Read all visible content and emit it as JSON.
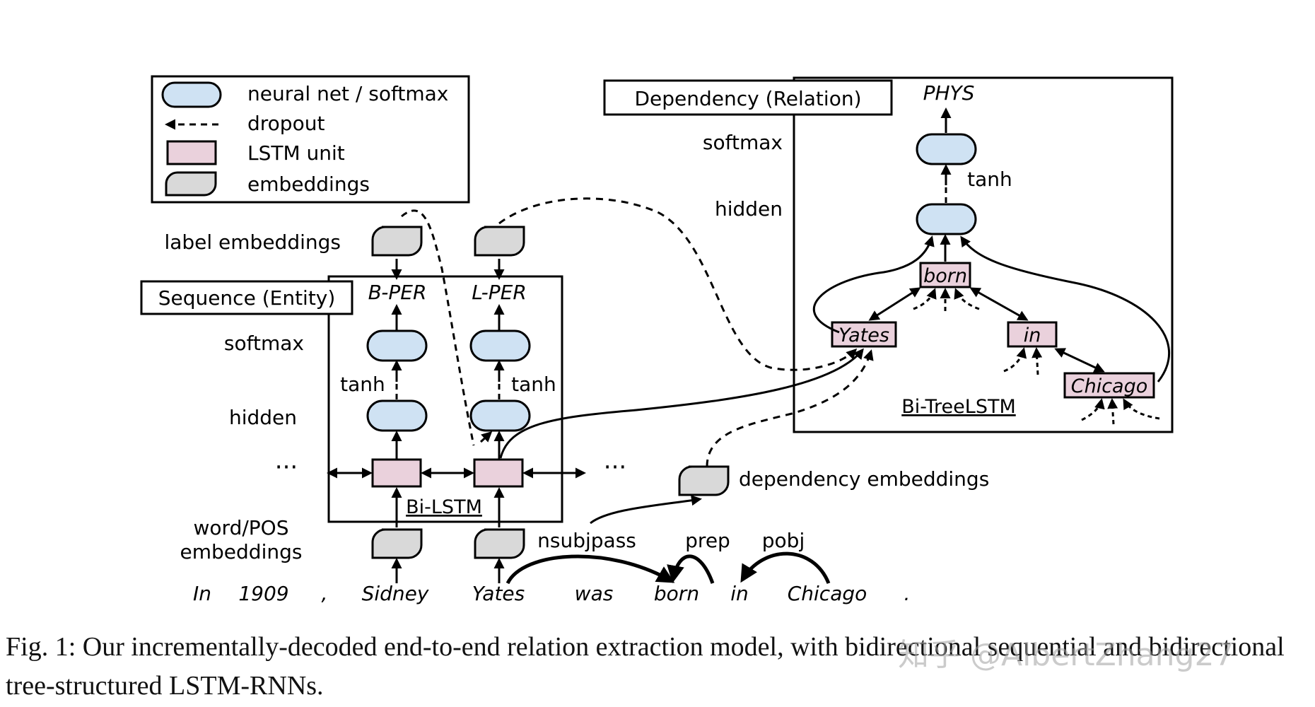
{
  "legend": {
    "items": [
      {
        "label": "neural net / softmax"
      },
      {
        "label": "dropout"
      },
      {
        "label": "LSTM unit"
      },
      {
        "label": "embeddings"
      }
    ]
  },
  "sequence": {
    "title": "Sequence (Entity)",
    "labels": {
      "B": "B-PER",
      "L": "L-PER"
    },
    "bilstm": "Bi-LSTM"
  },
  "dependency": {
    "title": "Dependency (Relation)",
    "phys": "PHYS",
    "bitree": "Bi-TreeLSTM",
    "nodes": {
      "born": "born",
      "yates": "Yates",
      "in": "in",
      "chicago": "Chicago"
    }
  },
  "row_labels": {
    "label_embeddings": "label embeddings",
    "softmax": "softmax",
    "hidden": "hidden",
    "tanh": "tanh",
    "word_pos_1": "word/POS",
    "word_pos_2": "embeddings",
    "dep_embeddings": "dependency embeddings",
    "dots": "···"
  },
  "dep_labels": {
    "nsubjpass": "nsubjpass",
    "prep": "prep",
    "pobj": "pobj"
  },
  "sentence": [
    "In",
    "1909",
    ",",
    "Sidney",
    "Yates",
    "was",
    "born",
    "in",
    "Chicago",
    "."
  ],
  "caption": "Fig. 1: Our incrementally-decoded end-to-end relation extraction model, with bidirectional sequential and bidirectional tree-structured LSTM-RNNs.",
  "watermark": "知乎 @AlbertZhang27",
  "colors": {
    "neural_net": "#cfe2f3",
    "lstm": "#ead1dc",
    "embedding": "#d9d9d9",
    "stroke": "#000000"
  }
}
